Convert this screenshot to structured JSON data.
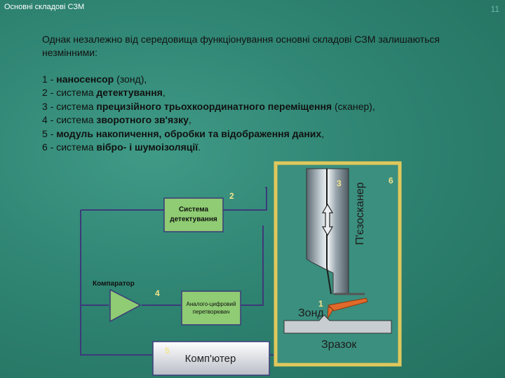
{
  "header": {
    "title": "Основні складові СЗМ",
    "page_number": "11"
  },
  "intro": "Однак незалежно від середовища функціонування основні складові СЗМ залишаються незмінними:",
  "components": [
    {
      "num": "1 -",
      "parts": [
        {
          "b": true,
          "t": " наносенсор"
        },
        {
          "b": false,
          "t": " (зонд),"
        }
      ]
    },
    {
      "num": "2 -",
      "parts": [
        {
          "b": false,
          "t": " система "
        },
        {
          "b": true,
          "t": "детектування"
        },
        {
          "b": false,
          "t": ","
        }
      ]
    },
    {
      "num": "3 -",
      "parts": [
        {
          "b": false,
          "t": " система "
        },
        {
          "b": true,
          "t": "прецизійного трьохкоординатного переміщення"
        },
        {
          "b": false,
          "t": " (сканер),"
        }
      ]
    },
    {
      "num": "4 -",
      "parts": [
        {
          "b": false,
          "t": " система "
        },
        {
          "b": true,
          "t": "зворотного зв'язку"
        },
        {
          "b": false,
          "t": ","
        }
      ]
    },
    {
      "num": "5 -",
      "parts": [
        {
          "b": true,
          "t": " модуль накопичення, обробки та відображення даних"
        },
        {
          "b": false,
          "t": ","
        }
      ]
    },
    {
      "num": "6 -",
      "parts": [
        {
          "b": false,
          "t": " система "
        },
        {
          "b": true,
          "t": "вібро- і шумоізоляції"
        },
        {
          "b": false,
          "t": "."
        }
      ]
    }
  ],
  "diagram": {
    "detection_box": "Система детектування",
    "comparator": "Компаратор",
    "adc_box": "Аналого-цифровий перетворювач",
    "computer": "Комп'ютер",
    "piezoscanner": "П'єзосканер",
    "probe": "Зонд",
    "sample": "Зразок",
    "numbers": {
      "n1": "1",
      "n2": "2",
      "n3": "3",
      "n4": "4",
      "n5": "5",
      "n6": "6"
    }
  },
  "colors": {
    "line": "#3d3a7a",
    "frame": "#e0c85c",
    "box": "#8fcc73",
    "probe": "#e06a2a"
  }
}
